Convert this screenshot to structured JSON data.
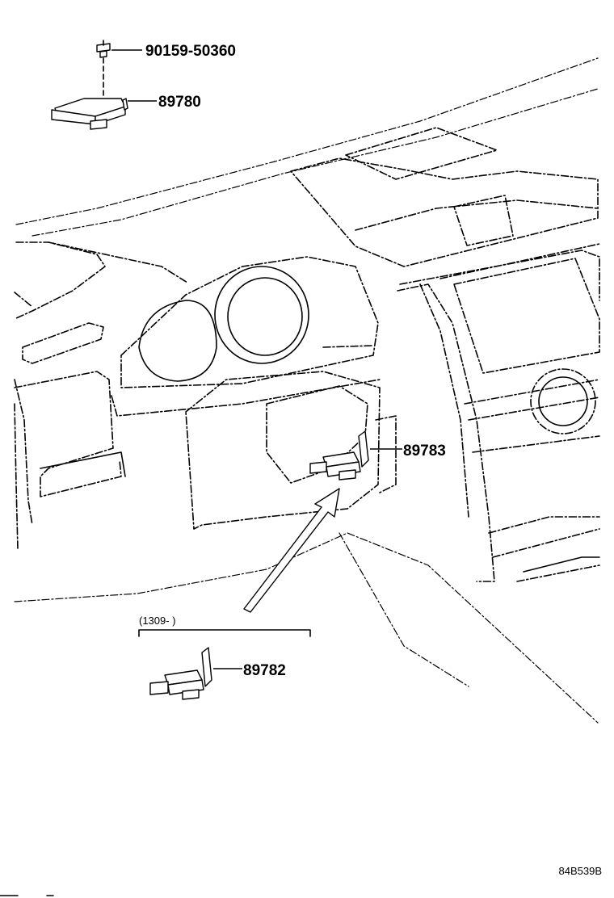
{
  "parts": {
    "bolt": "90159-50360",
    "ecu": "89780",
    "sensor_installed": "89783",
    "sensor_variant": "89782"
  },
  "variant_range": "(1309-      )",
  "diagram_code": "84B539B"
}
